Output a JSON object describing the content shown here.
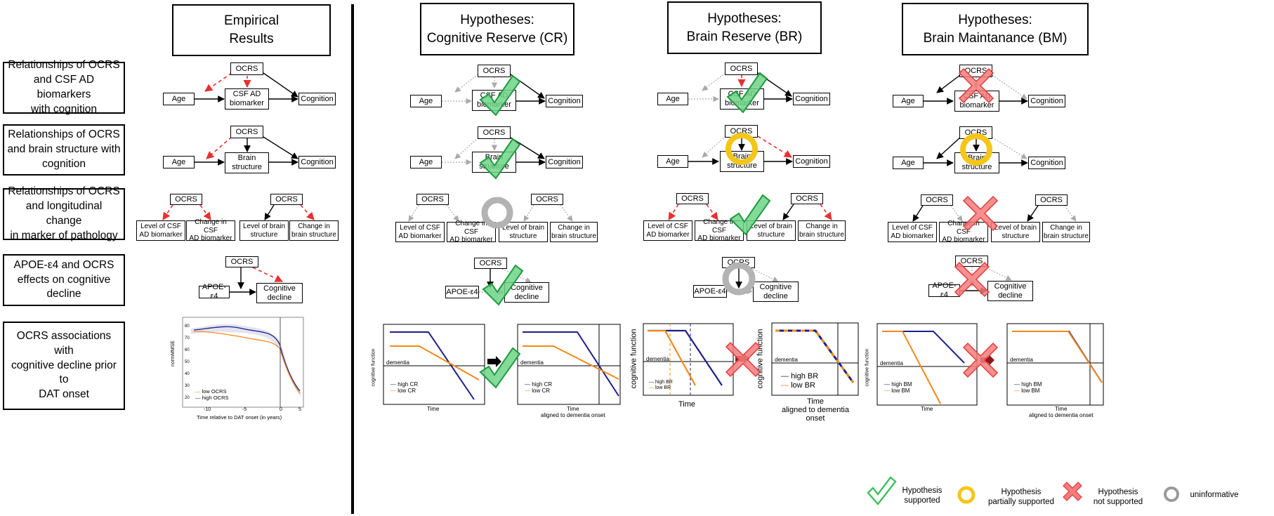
{
  "headers": {
    "empirical": "Empirical\nResults",
    "cr": "Hypotheses:\nCognitive Reserve (CR)",
    "br": "Hypotheses:\nBrain Reserve (BR)",
    "bm": "Hypotheses:\nBrain Maintanance (BM)"
  },
  "rows": [
    "Relationships of OCRS\nand CSF AD biomarkers\nwith cognition",
    "Relationships of OCRS\nand brain structure with\ncognition",
    "Relationships of OCRS\nand longitudinal change\nin marker of pathology",
    "APOE-ε4 and OCRS\neffects on cognitive\ndecline",
    "OCRS associations with\ncognitive decline prior to\nDAT onset"
  ],
  "nodes": {
    "ocrs": "OCRS",
    "age": "Age",
    "csf": "CSF AD\nbiomarker",
    "brain": "Brain\nstructure",
    "cognition": "Cognition",
    "level_csf": "Level of CSF\nAD biomarker",
    "change_csf": "Change in CSF\nAD biomarker",
    "level_brain": "Level of brain\nstructure",
    "change_brain": "Change in\nbrain structure",
    "apoe": "APOE-ε4",
    "cog_decline": "Cognitive\ndecline"
  },
  "empirical_plot": {
    "ylabel": "normMMSE",
    "xlabel": "Time relative to DAT onset (in years)",
    "legend": [
      "low OCRS",
      "high OCRS"
    ],
    "xticks": [
      "-10",
      "-5",
      "0",
      "5"
    ],
    "yticks": [
      "80",
      "70",
      "60",
      "50",
      "40",
      "30",
      "20"
    ]
  },
  "hyp_plots": {
    "cr": {
      "ylabel": "cognitive function",
      "xlabel_left": "Time",
      "xlabel_right": "Time\naligned to dementia onset",
      "dementia": "dementia",
      "high": "high CR",
      "low": "low CR"
    },
    "br": {
      "ylabel": "cognitive function",
      "xlabel_left": "Time",
      "xlabel_right": "Time\naligned to dementia onset",
      "dementia": "dementia",
      "high": "high BR",
      "low": "low BR"
    },
    "bm": {
      "ylabel": "cognitive function",
      "xlabel_left": "Time",
      "xlabel_right": "Time\naligned to dementia onset",
      "dementia": "dementia",
      "high": "high BM",
      "low": "low BM"
    }
  },
  "legend": {
    "supported": "Hypothesis\nsupported",
    "partial": "Hypothesis\npartially supported",
    "not_supported": "Hypothesis\nnot supported",
    "uninformative": "uninformative"
  },
  "colors": {
    "dashed_red": "#e8312f",
    "check_green": "#3fbf5f",
    "ring_yellow": "#f5c518",
    "cross_red": "#f06a6a",
    "ring_gray": "#b0b0b0",
    "navy": "#1b1f8a",
    "orange": "#f28a1a"
  }
}
